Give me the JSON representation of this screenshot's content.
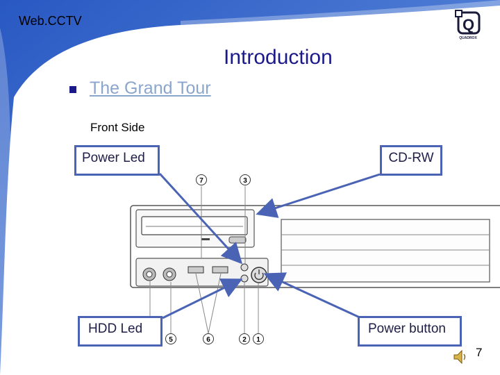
{
  "brand": "Web.CCTV",
  "logo": {
    "icon": "quadrox-logo-icon",
    "letters": "Q",
    "wordmark": "QUADROX"
  },
  "title": "Introduction",
  "bullet_text": "The Grand Tour",
  "subhead": "Front Side",
  "callouts": {
    "power_led": "Power Led",
    "cdrw": "CD-RW",
    "hdd_led": "HDD Led",
    "power_button": "Power button"
  },
  "diagram_numbers": {
    "n1": "1",
    "n2": "2",
    "n3": "3",
    "n5": "5",
    "n6": "6",
    "n7": "7"
  },
  "page_number": "7",
  "colors": {
    "title": "#1a1a8a",
    "callout_border": "#4a63b5",
    "arrow": "#4a63b5",
    "link": "#8aa6cc"
  }
}
